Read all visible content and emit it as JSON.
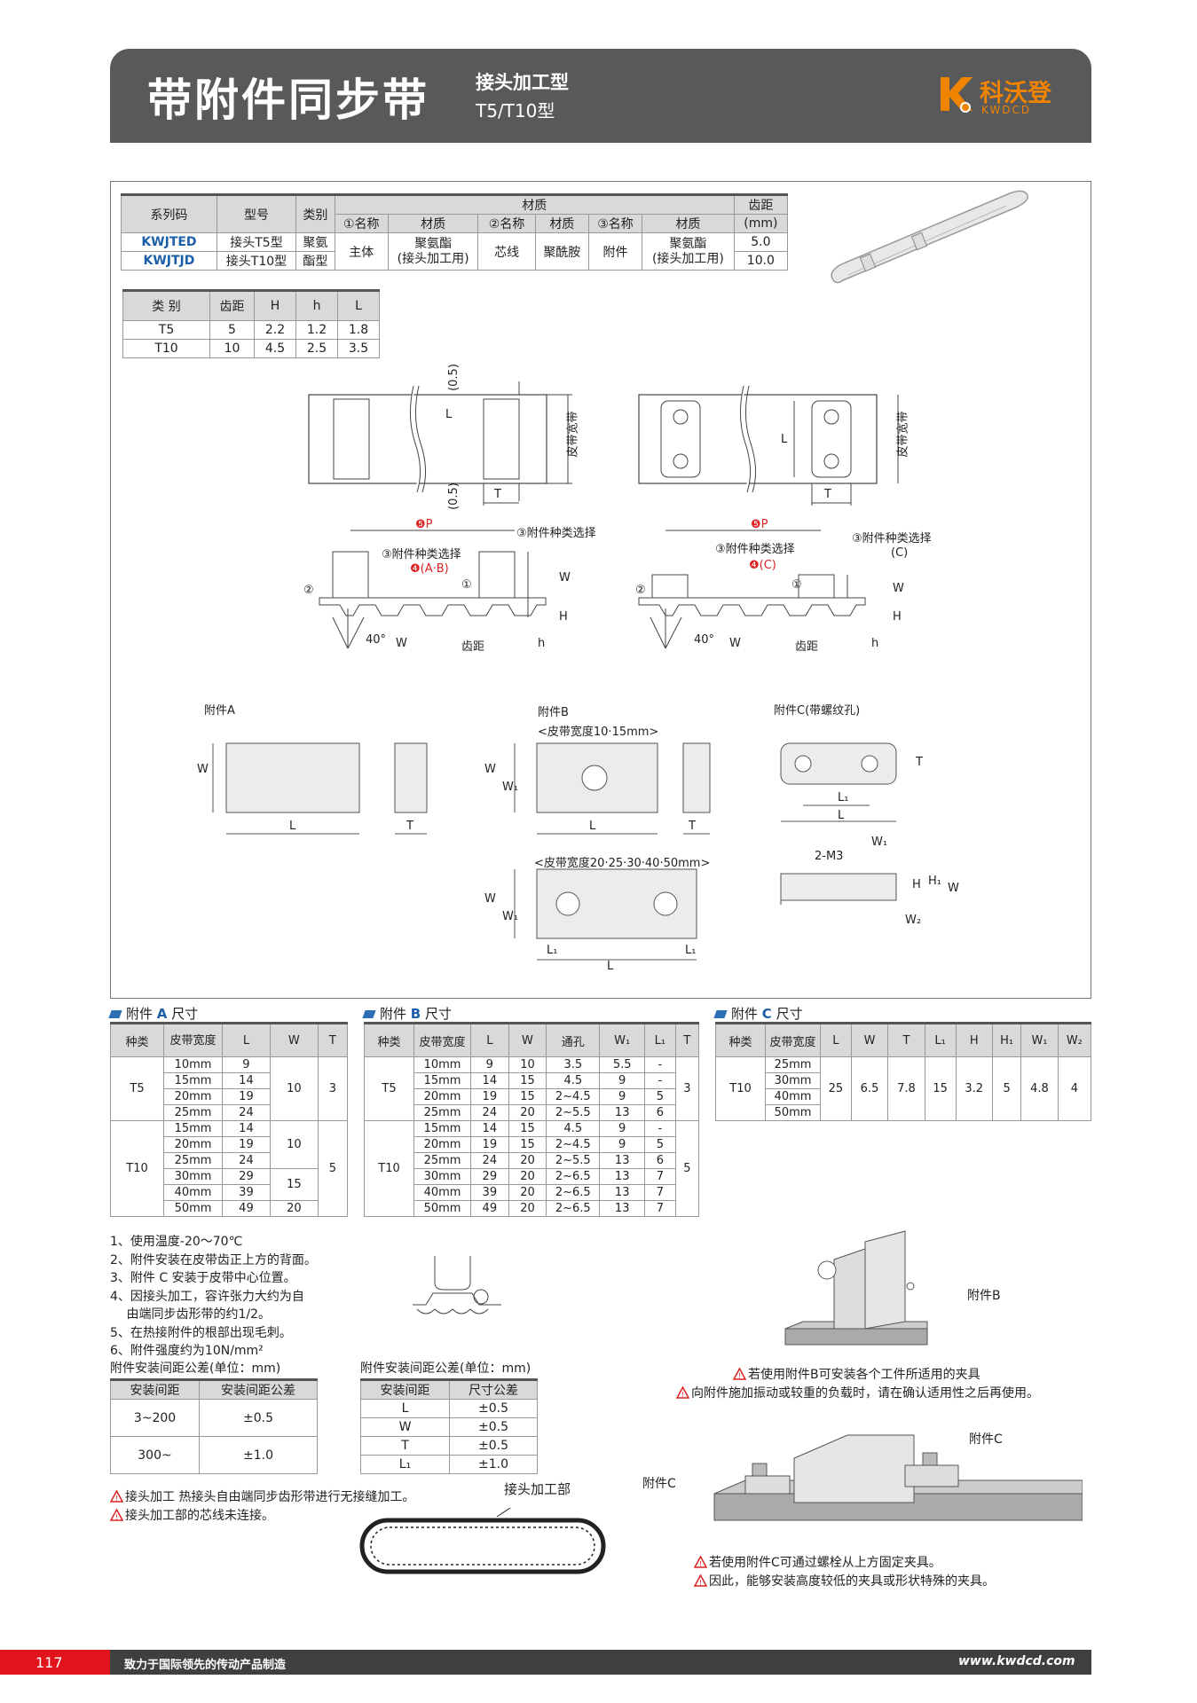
{
  "header": {
    "title": "带附件同步带",
    "subtitle1": "接头加工型",
    "subtitle2": "T5/T10型",
    "logo_name": "科沃登",
    "logo_eng": "KWDCD",
    "accent": "#f08300"
  },
  "spec_table": {
    "h_series": "系列码",
    "h_model": "型号",
    "h_type": "类别",
    "h_material": "材质",
    "h_pitch": "齿距",
    "h_pitch_unit": "(mm)",
    "sub": [
      "①名称",
      "材质",
      "②名称",
      "材质",
      "③名称",
      "材质"
    ],
    "rows": [
      {
        "code": "KWJTED",
        "model": "接头T5型",
        "pitch": "5.0"
      },
      {
        "code": "KWJTJD",
        "model": "接头T10型",
        "pitch": "10.0"
      }
    ],
    "type_a": "聚氨",
    "type_b": "酯型",
    "m1_name": "主体",
    "m1_mat_a": "聚氨酯",
    "m1_mat_b": "(接头加工用)",
    "m2_name": "芯线",
    "m2_mat": "聚酰胺",
    "m3_name": "附件",
    "m3_mat_a": "聚氨酯",
    "m3_mat_b": "(接头加工用)"
  },
  "type_table": {
    "headers": [
      "类 别",
      "齿距",
      "H",
      "h",
      "L"
    ],
    "rows": [
      [
        "T5",
        "5",
        "2.2",
        "1.2",
        "1.8"
      ],
      [
        "T10",
        "10",
        "4.5",
        "2.5",
        "3.5"
      ]
    ]
  },
  "diagram_labels": {
    "d05_top": "(0.5)",
    "d05_bot": "(0.5)",
    "L": "L",
    "T": "T",
    "belt_width": "皮带宽带",
    "P": "❺P",
    "attach_select": "③附件种类选择",
    "ab": "❹(A·B)",
    "c": "❹(C)",
    "c_paren": "(C)",
    "c1": "①",
    "c2": "②",
    "W": "W",
    "H": "H",
    "h": "h",
    "deg": "40°",
    "pitch": "齿距",
    "attA": "附件A",
    "attB": "附件B",
    "attC": "附件C(带螺纹孔)",
    "beltB1": "<皮带宽度10·15mm>",
    "beltB2": "<皮带宽度20·25·30·40·50mm>",
    "W1": "W₁",
    "L1": "L₁",
    "m3": "2-M3",
    "H1": "H₁",
    "W2": "W₂"
  },
  "sec_a": {
    "pre": "附件",
    "hl": "A",
    "post": "尺寸"
  },
  "sec_b": {
    "pre": "附件",
    "hl": "B",
    "post": "尺寸"
  },
  "sec_c": {
    "pre": "附件",
    "hl": "C",
    "post": "尺寸"
  },
  "table_a": {
    "headers": [
      "种类",
      "皮带宽度",
      "L",
      "W",
      "T"
    ],
    "t5": {
      "kind": "T5",
      "widths": [
        "10mm",
        "15mm",
        "20mm",
        "25mm"
      ],
      "L": [
        "9",
        "14",
        "19",
        "24"
      ],
      "W": "10",
      "T": "3"
    },
    "t10": {
      "kind": "T10",
      "widths": [
        "15mm",
        "20mm",
        "25mm",
        "30mm",
        "40mm",
        "50mm"
      ],
      "L": [
        "14",
        "19",
        "24",
        "29",
        "39",
        "49"
      ],
      "W1": "10",
      "W2": "15",
      "W3": "20",
      "T": "5"
    }
  },
  "table_b": {
    "headers": [
      "种类",
      "皮带宽度",
      "L",
      "W",
      "通孔",
      "W₁",
      "L₁",
      "T"
    ],
    "t5": {
      "kind": "T5",
      "T": "3",
      "rows": [
        [
          "10mm",
          "9",
          "10",
          "3.5",
          "5.5",
          "-"
        ],
        [
          "15mm",
          "14",
          "15",
          "4.5",
          "9",
          "-"
        ],
        [
          "20mm",
          "19",
          "15",
          "2~4.5",
          "9",
          "5"
        ],
        [
          "25mm",
          "24",
          "20",
          "2~5.5",
          "13",
          "6"
        ]
      ]
    },
    "t10": {
      "kind": "T10",
      "T": "5",
      "rows": [
        [
          "15mm",
          "14",
          "15",
          "4.5",
          "9",
          "-"
        ],
        [
          "20mm",
          "19",
          "15",
          "2~4.5",
          "9",
          "5"
        ],
        [
          "25mm",
          "24",
          "20",
          "2~5.5",
          "13",
          "6"
        ],
        [
          "30mm",
          "29",
          "20",
          "2~6.5",
          "13",
          "7"
        ],
        [
          "40mm",
          "39",
          "20",
          "2~6.5",
          "13",
          "7"
        ],
        [
          "50mm",
          "49",
          "20",
          "2~6.5",
          "13",
          "7"
        ]
      ]
    }
  },
  "table_c": {
    "headers": [
      "种类",
      "皮带宽度",
      "L",
      "W",
      "T",
      "L₁",
      "H",
      "H₁",
      "W₁",
      "W₂"
    ],
    "kind": "T10",
    "widths": [
      "25mm",
      "30mm",
      "40mm",
      "50mm"
    ],
    "values": [
      "25",
      "6.5",
      "7.8",
      "15",
      "3.2",
      "5",
      "4.8",
      "4"
    ]
  },
  "notes": [
    "1、使用温度-20～70℃",
    "2、附件安装在皮带齿正上方的背面。",
    "3、附件 C 安装于皮带中心位置。",
    "4、因接头加工，容许张力大约为自",
    "　 由端同步齿形带的约1/2。",
    "5、在热接附件的根部出现毛刺。",
    "6、附件强度约为10N/mm²"
  ],
  "tol1": {
    "title": "附件安装间距公差(单位：mm)",
    "headers": [
      "安装间距",
      "安装间距公差"
    ],
    "rows": [
      [
        "3~200",
        "±0.5"
      ],
      [
        "300~",
        "±1.0"
      ]
    ]
  },
  "tol2": {
    "title": "附件安装间距公差(单位：mm)",
    "headers": [
      "安装间距",
      "尺寸公差"
    ],
    "rows": [
      [
        "L",
        "±0.5"
      ],
      [
        "W",
        "±0.5"
      ],
      [
        "T",
        "±0.5"
      ],
      [
        "L₁",
        "±1.0"
      ]
    ]
  },
  "caution_left": [
    "接头加工 热接头自由端同步齿形带进行无接缝加工。",
    "接头加工部的芯线未连接。"
  ],
  "joint_label": "接头加工部",
  "caution_b": [
    "若使用附件B可安装各个工件所适用的夹具",
    "向附件施加振动或较重的负载时，请在确认适用性之后再使用。"
  ],
  "caution_c": [
    "若使用附件C可通过螺栓从上方固定夹具。",
    "因此，能够安装高度较低的夹具或形状特殊的夹具。"
  ],
  "attB_label": "附件B",
  "attC_label1": "附件C",
  "attC_label2": "附件C",
  "footer": {
    "page": "117",
    "slogan": "致力于国际领先的传动产品制造",
    "site": "www.kwdcd.com"
  }
}
